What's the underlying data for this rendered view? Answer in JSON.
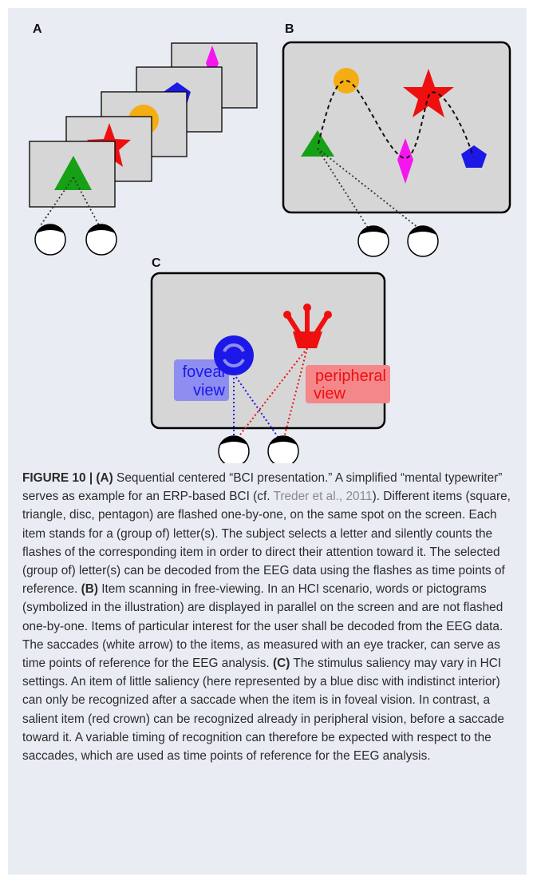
{
  "figure": {
    "panels": {
      "a": "A",
      "b": "B",
      "c": "C"
    },
    "labels": {
      "foveal_line1": "foveal",
      "foveal_line2": "view",
      "peripheral_line1": "peripheral",
      "peripheral_line2": "view"
    },
    "colors": {
      "figure_background": "#e9edf3",
      "screen_fill": "#d6d6d6",
      "green": "#16a016",
      "red": "#ef0f0f",
      "orange": "#f5ad14",
      "blue": "#1c18e8",
      "magenta": "#f516ef",
      "foveal_box": "#8e8ef0",
      "peripheral_box": "#f4878a"
    },
    "icons": [
      "eye-icon",
      "triangle-shape",
      "star-shape",
      "disc-shape",
      "pentagon-shape",
      "diamond-shape",
      "crown-shape",
      "indistinct-disc-shape"
    ]
  },
  "caption": {
    "figure_label": "FIGURE 10",
    "separator": " | ",
    "a_ref": "(A)",
    "a_text_1": " Sequential centered “BCI presentation.” A simplified “mental typewriter” serves as example for an ERP-based BCI (cf. ",
    "citation": "Treder et al., 2011",
    "a_text_2": "). Different items (square, triangle, disc, pentagon) are flashed one-by-one, on the same spot on the screen. Each item stands for a (group of) letter(s). The subject selects a letter and silently counts the flashes of the corresponding item in order to direct their attention toward it. The selected (group of) letter(s) can be decoded from the EEG data using the flashes as time points of reference. ",
    "b_ref": "(B)",
    "b_text": " Item scanning in free-viewing. In an HCI scenario, words or pictograms (symbolized in the illustration) are displayed in parallel on the screen and are not flashed one-by-one. Items of particular interest for the user shall be decoded from the EEG data. The saccades (white arrow) to the items, as measured with an eye tracker, can serve as time points of reference for the EEG analysis. ",
    "c_ref": "(C)",
    "c_text": " The stimulus saliency may vary in HCI settings. An item of little saliency (here represented by a blue disc with indistinct interior) can only be recognized after a saccade when the item is in foveal vision. In contrast, a salient item (red crown) can be recognized already in peripheral vision, before a saccade toward it. A variable timing of recognition can therefore be expected with respect to the saccades, which are used as time points of reference for the EEG analysis."
  }
}
